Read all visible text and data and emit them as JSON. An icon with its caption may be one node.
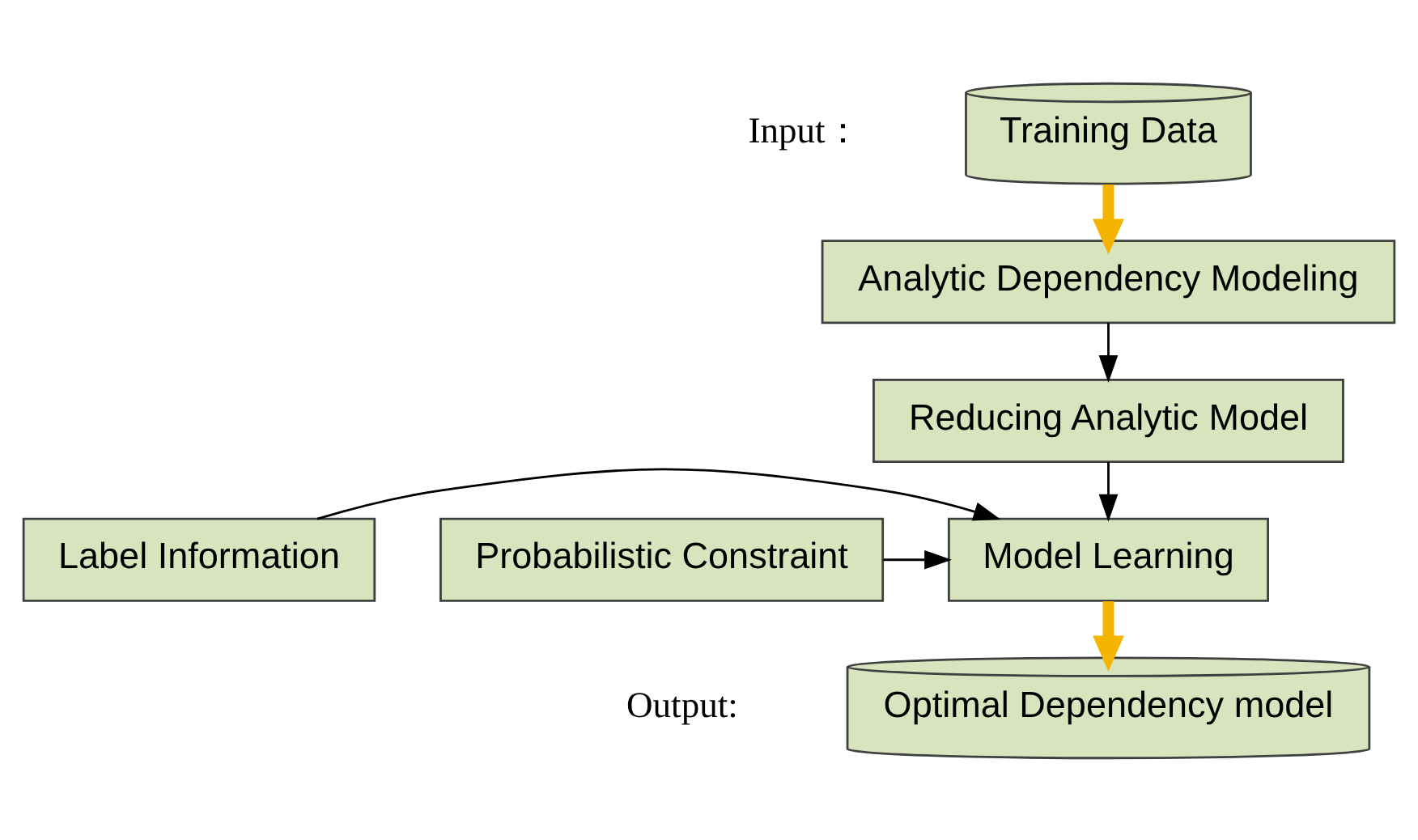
{
  "diagram": {
    "nodes": [
      {
        "text": [
          "Training Data"
        ]
      },
      {
        "text": [
          "Analytic Dependency Modeling"
        ]
      },
      {
        "text": [
          "Reducing Analytic Model"
        ]
      },
      {
        "text": [
          "Model Learning"
        ]
      },
      {
        "text": [
          "Label Information"
        ]
      },
      {
        "text": [
          "Probabilistic Constraint"
        ]
      },
      {
        "text": [
          "Optimal Dependency model"
        ]
      }
    ],
    "edges": [
      {
        "from": 0,
        "to": 1,
        "arrow": "to",
        "style": "thick",
        "color": "#f5b400"
      },
      {
        "from": 1,
        "to": 2,
        "arrow": "to"
      },
      {
        "from": 2,
        "to": 3,
        "arrow": "to"
      },
      {
        "from": 4,
        "to": 3,
        "arrow": "to"
      },
      {
        "from": 5,
        "to": 3,
        "arrow": "to"
      },
      {
        "from": 3,
        "to": 6,
        "arrow": "to",
        "style": "thick",
        "color": "#f5b400"
      }
    ],
    "labels": [
      "Input：",
      "Output:"
    ]
  }
}
